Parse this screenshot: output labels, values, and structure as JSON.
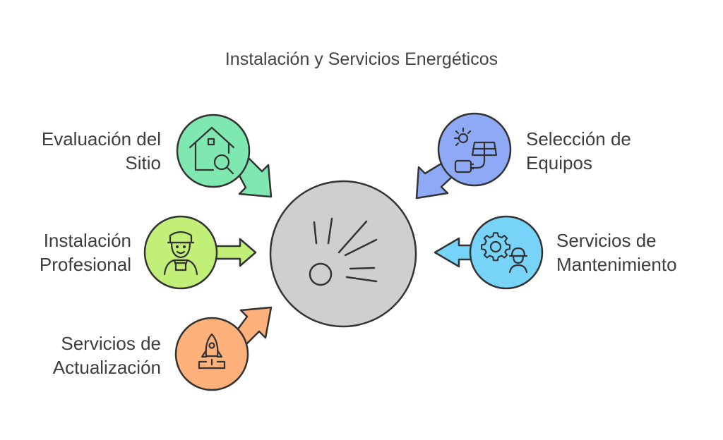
{
  "title": "Instalación y Servicios Energéticos",
  "center": {
    "icon": "sun-burst-icon",
    "color": "#cfcfcf"
  },
  "items": [
    {
      "id": "evaluacion",
      "lines": [
        "Evaluación del",
        "Sitio"
      ],
      "icon": "house-search-icon",
      "color": "#7ee8b0",
      "side": "left"
    },
    {
      "id": "instalacion",
      "lines": [
        "Instalación",
        "Profesional"
      ],
      "icon": "worker-icon",
      "color": "#c2ef78",
      "side": "left"
    },
    {
      "id": "actualizacion",
      "lines": [
        "Servicios de",
        "Actualización"
      ],
      "icon": "rocket-icon",
      "color": "#ffb17c",
      "side": "left"
    },
    {
      "id": "equipos",
      "lines": [
        "Selección de",
        "Equipos"
      ],
      "icon": "solar-panel-icon",
      "color": "#8eaaf6",
      "side": "right"
    },
    {
      "id": "mantenimiento",
      "lines": [
        "Servicios de",
        "Mantenimiento"
      ],
      "icon": "gear-worker-icon",
      "color": "#77d3f8",
      "side": "right"
    }
  ]
}
